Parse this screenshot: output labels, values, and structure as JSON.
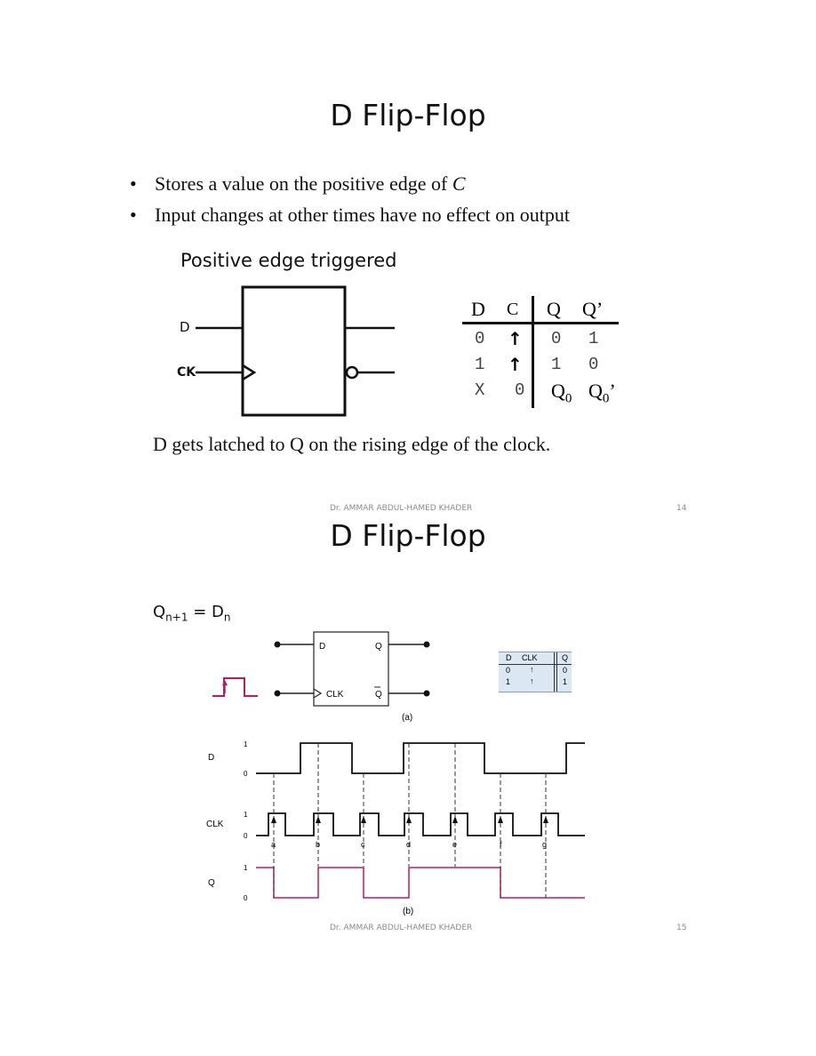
{
  "slide1": {
    "title": "D Flip-Flop",
    "bullets": [
      {
        "prefix": "Stores a value on the positive edge of ",
        "emph": "C"
      },
      {
        "prefix": "Input changes at other times have no effect on output",
        "emph": ""
      }
    ],
    "diagram_caption": "Positive edge triggered",
    "input_d_label": "D",
    "input_ck_label": "CK",
    "truth_table": {
      "headers": [
        "D",
        "C",
        "Q",
        "Q’"
      ],
      "rows": [
        [
          "0",
          "↑",
          "0",
          "1"
        ],
        [
          "1",
          "↑",
          "1",
          "0"
        ],
        [
          "X",
          "0",
          "Q0",
          "Q0’"
        ]
      ]
    },
    "caption_parts": [
      "D gets latched to Q on the ",
      "rising",
      " edge of the clock."
    ],
    "footer_author": "Dr. AMMAR ABDUL-HAMED KHADER",
    "page_number": "14"
  },
  "slide2": {
    "title": "D Flip-Flop",
    "equation": {
      "lhs": "Q",
      "lhs_sub": "n+1",
      "eq": " = D",
      "rhs_sub": "n"
    },
    "block": {
      "d": "D",
      "q": "Q",
      "clk": "CLK",
      "qbar": "Q"
    },
    "small_table": {
      "headers": [
        "D",
        "CLK",
        "Q"
      ],
      "rows": [
        [
          "0",
          "↑",
          "0"
        ],
        [
          "1",
          "↑",
          "1"
        ]
      ]
    },
    "label_a": "(a)",
    "label_b": "(b)",
    "timing": {
      "signals": [
        "D",
        "CLK",
        "Q"
      ],
      "levels": [
        "1",
        "0"
      ],
      "edge_labels": [
        "a",
        "b",
        "c",
        "d",
        "e",
        "f",
        "g"
      ],
      "pink_color": "#c2185b"
    },
    "footer_author": "Dr. AMMAR ABDUL-HAMED KHADER",
    "page_number": "15"
  }
}
